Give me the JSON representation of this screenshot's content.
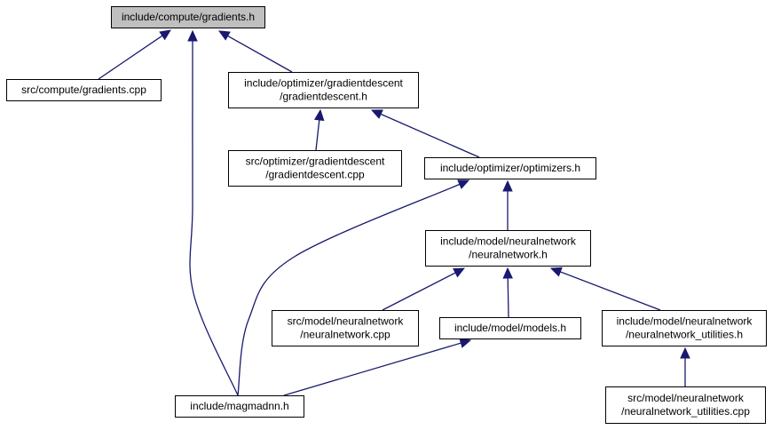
{
  "colors": {
    "edge": "#191970",
    "root_fill": "#bfbfbf",
    "node_fill": "#ffffff",
    "node_border": "#000000"
  },
  "nodes": [
    {
      "id": "gradients_h",
      "lines": [
        "include/compute/gradients.h"
      ]
    },
    {
      "id": "gradients_cpp",
      "lines": [
        "src/compute/gradients.cpp"
      ]
    },
    {
      "id": "gd_h",
      "lines": [
        "include/optimizer/gradientdescent",
        "/gradientdescent.h"
      ]
    },
    {
      "id": "gd_cpp",
      "lines": [
        "src/optimizer/gradientdescent",
        "/gradientdescent.cpp"
      ]
    },
    {
      "id": "optimizers_h",
      "lines": [
        "include/optimizer/optimizers.h"
      ]
    },
    {
      "id": "nn_h",
      "lines": [
        "include/model/neuralnetwork",
        "/neuralnetwork.h"
      ]
    },
    {
      "id": "nn_cpp",
      "lines": [
        "src/model/neuralnetwork",
        "/neuralnetwork.cpp"
      ]
    },
    {
      "id": "models_h",
      "lines": [
        "include/model/models.h"
      ]
    },
    {
      "id": "nnu_h",
      "lines": [
        "include/model/neuralnetwork",
        "/neuralnetwork_utilities.h"
      ]
    },
    {
      "id": "nnu_cpp",
      "lines": [
        "src/model/neuralnetwork",
        "/neuralnetwork_utilities.cpp"
      ]
    },
    {
      "id": "magmadnn_h",
      "lines": [
        "include/magmadnn.h"
      ]
    }
  ],
  "edges": [
    {
      "from": "gradients_cpp",
      "to": "gradients_h"
    },
    {
      "from": "magmadnn_h",
      "to": "gradients_h"
    },
    {
      "from": "gd_h",
      "to": "gradients_h"
    },
    {
      "from": "gd_cpp",
      "to": "gd_h"
    },
    {
      "from": "optimizers_h",
      "to": "gd_h"
    },
    {
      "from": "nn_h",
      "to": "optimizers_h"
    },
    {
      "from": "magmadnn_h",
      "to": "optimizers_h"
    },
    {
      "from": "nn_cpp",
      "to": "nn_h"
    },
    {
      "from": "models_h",
      "to": "nn_h"
    },
    {
      "from": "nnu_h",
      "to": "nn_h"
    },
    {
      "from": "magmadnn_h",
      "to": "models_h"
    },
    {
      "from": "nnu_cpp",
      "to": "nnu_h"
    }
  ]
}
